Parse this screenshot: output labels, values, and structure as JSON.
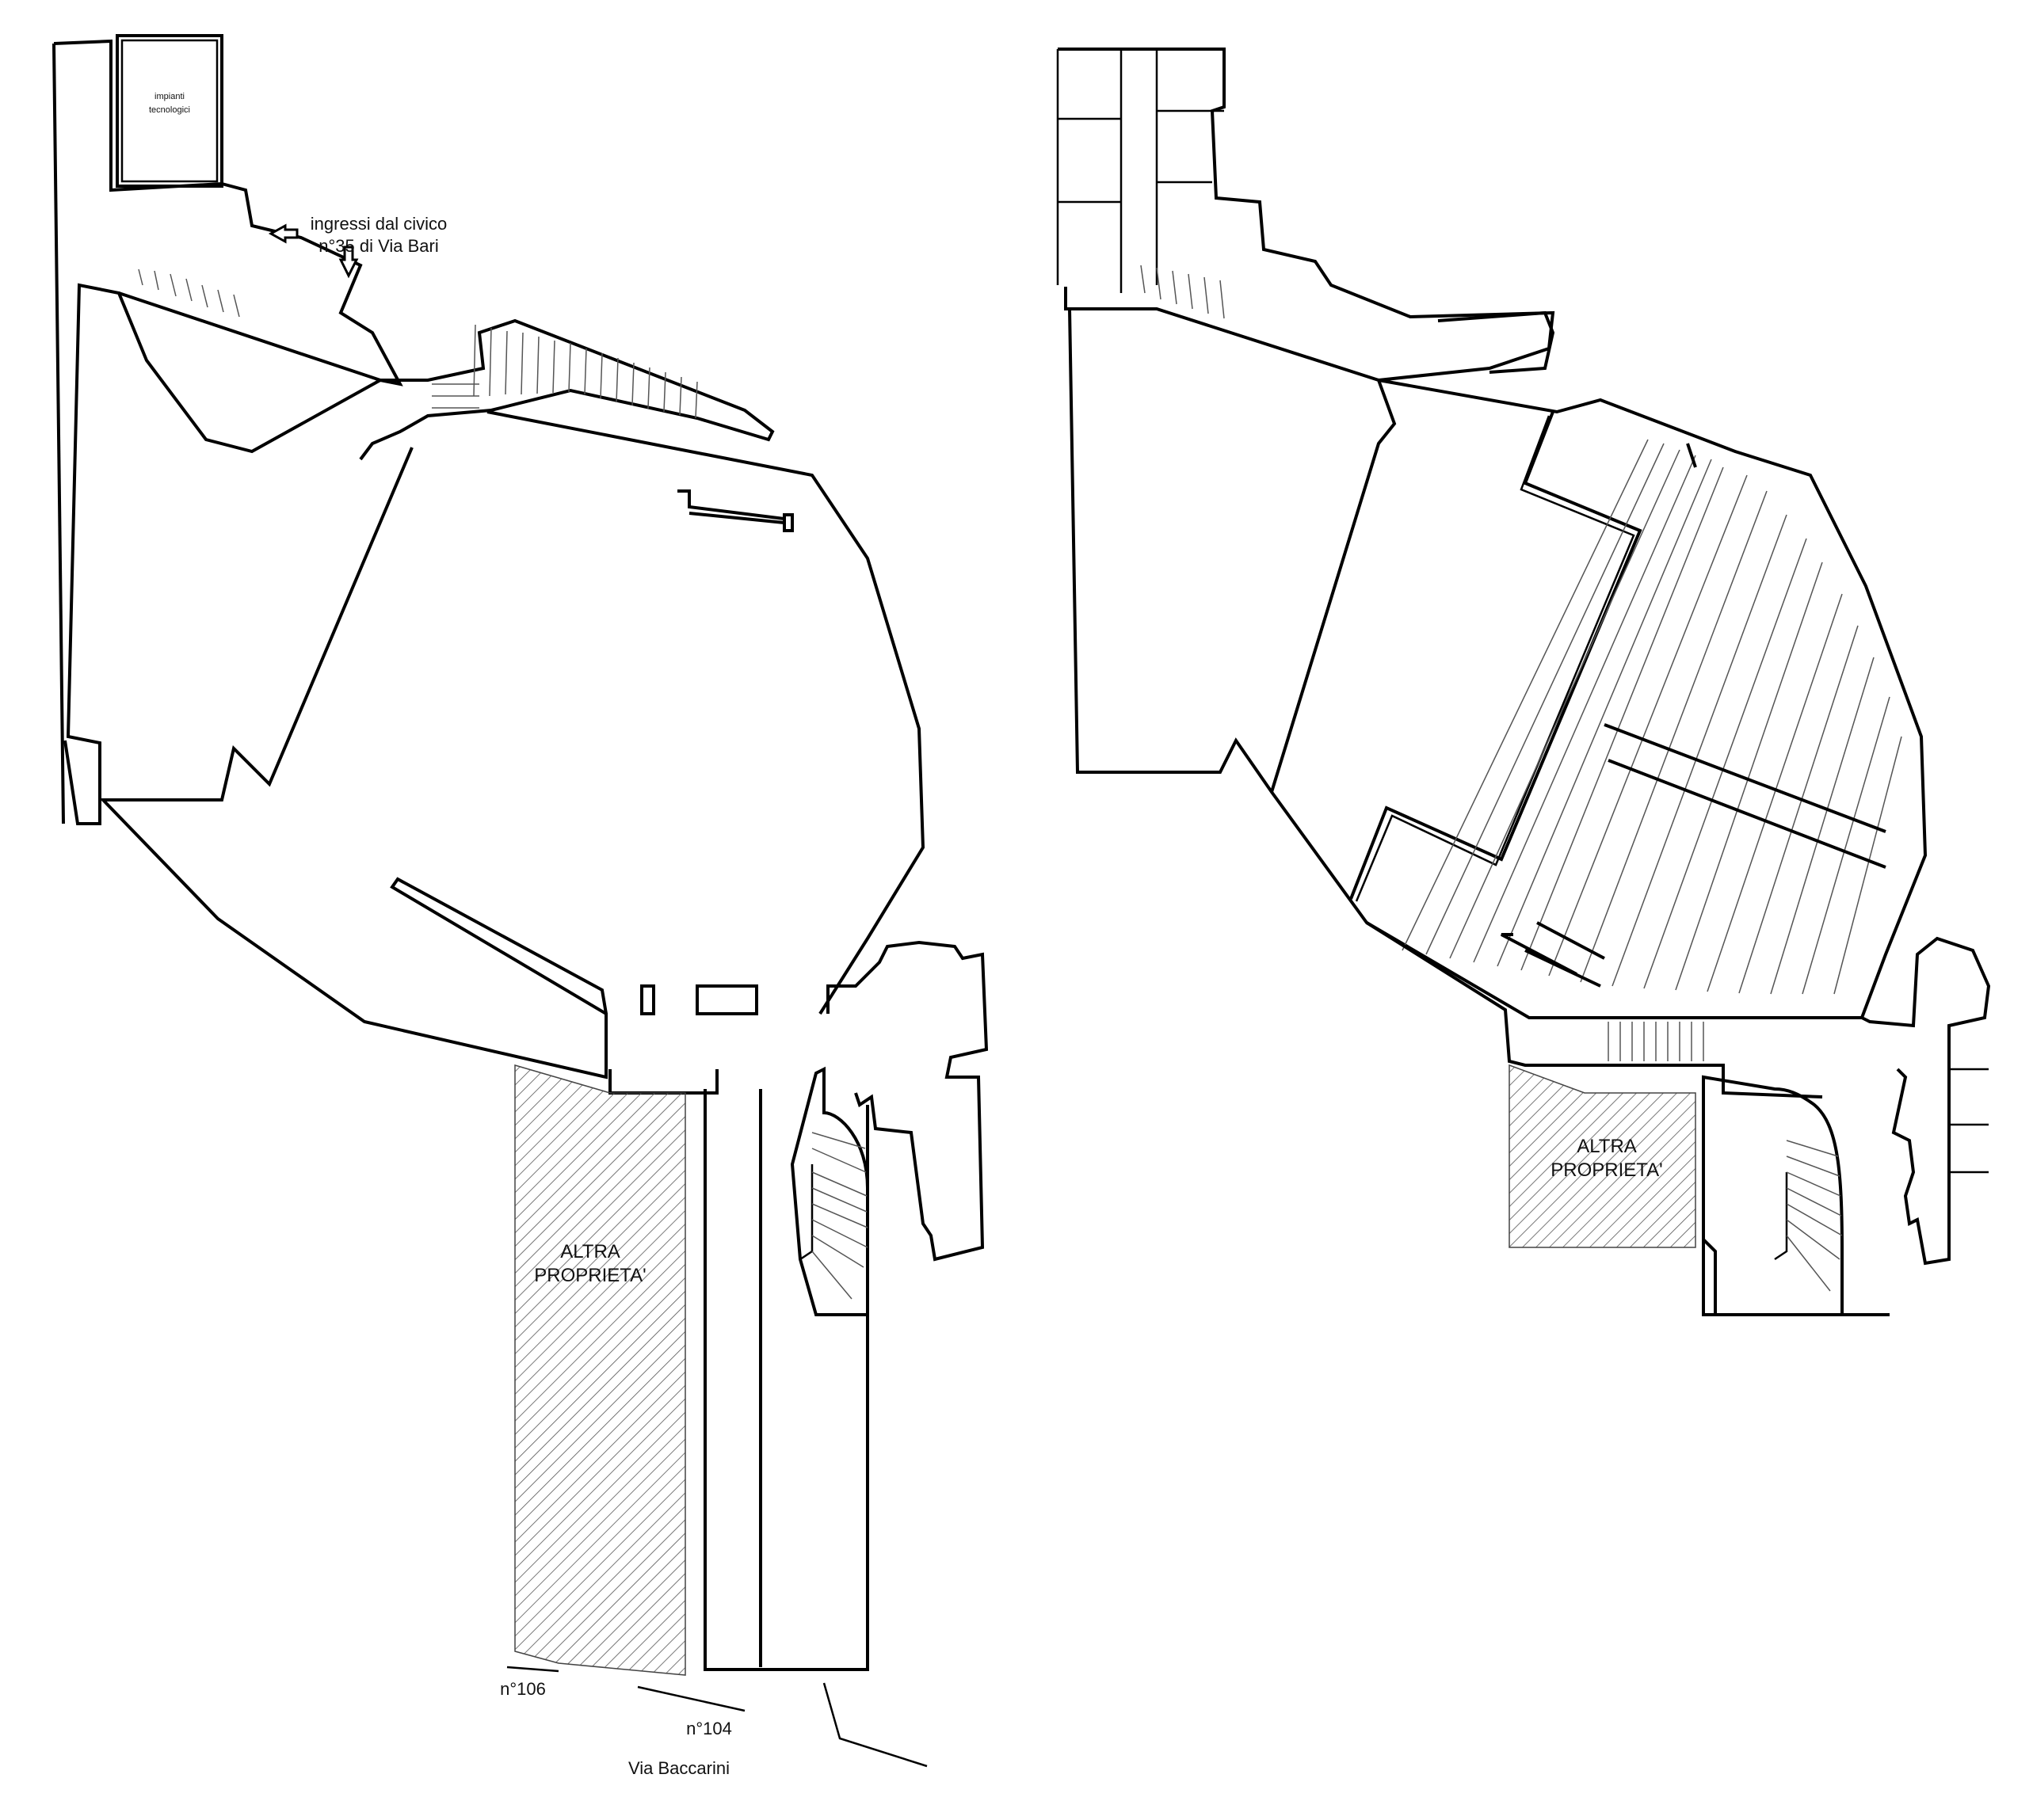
{
  "labels": {
    "impianti_line1": "impianti",
    "impianti_line2": "tecnologici",
    "ingressi_line1": "ingressi dal civico",
    "ingressi_line2": "n°35 di Via Bari",
    "altra_left_line1": "ALTRA",
    "altra_left_line2": "PROPRIETA'",
    "altra_right_line1": "ALTRA",
    "altra_right_line2": "PROPRIETA'",
    "civico_106": "n°106",
    "civico_104": "n°104",
    "street": "Via Baccarini"
  },
  "icons": [
    "entrance-arrow-icon",
    "entrance-arrow-icon"
  ],
  "colors": {
    "ink": "#000000",
    "hatch": "#444444",
    "background": "#ffffff"
  }
}
